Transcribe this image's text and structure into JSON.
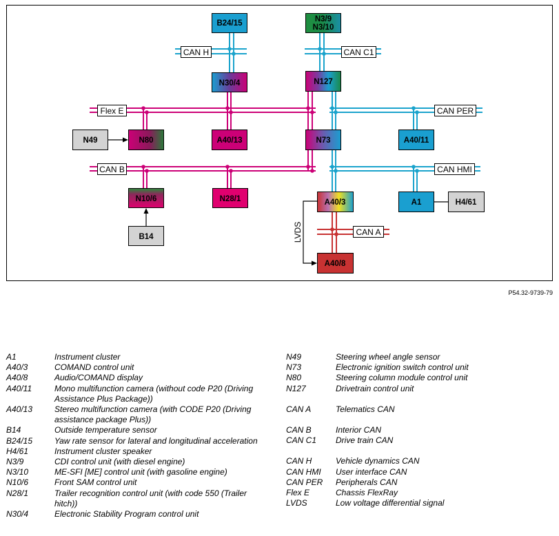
{
  "diagram": {
    "reference_code": "P54.32-9739-79",
    "nodes": {
      "b24_15": "B24/15",
      "n3_9": "N3/9",
      "n3_10": "N3/10",
      "n30_4": "N30/4",
      "n127": "N127",
      "n49": "N49",
      "n80": "N80",
      "a40_13": "A40/13",
      "n73": "N73",
      "a40_11": "A40/11",
      "n10_6": "N10/6",
      "n28_1": "N28/1",
      "a40_3": "A40/3",
      "a1": "A1",
      "h4_61": "H4/61",
      "b14": "B14",
      "a40_8": "A40/8"
    },
    "buses": {
      "can_h": "CAN H",
      "can_c1": "CAN C1",
      "flex_e": "Flex E",
      "can_per": "CAN PER",
      "can_b": "CAN B",
      "can_hmi": "CAN HMI",
      "can_a": "CAN A",
      "lvds": "LVDS"
    },
    "colors": {
      "pink": "#cc0077",
      "cyan": "#1aa3cc",
      "red": "#c83232",
      "box_cyan": "#1a9fd0",
      "box_pink": "#d4006f",
      "box_grey": "#d3d3d3",
      "box_green": "#1a8a4a",
      "box_purple": "#7a2c8e"
    }
  },
  "legend": {
    "left": [
      {
        "code": "A1",
        "desc": "Instrument cluster"
      },
      {
        "code": "A40/3",
        "desc": "COMAND control unit"
      },
      {
        "code": "A40/8",
        "desc": "Audio/COMAND display"
      },
      {
        "code": "A40/11",
        "desc": "Mono multifunction camera (without code P20 (Driving Assistance Plus Package))"
      },
      {
        "code": "A40/13",
        "desc": "Stereo multifunction camera (with CODE P20 (Driving assistance package Plus))"
      },
      {
        "code": "B14",
        "desc": "Outside temperature sensor"
      },
      {
        "code": "B24/15",
        "desc": "Yaw rate sensor for lateral and longitudinal acceleration"
      },
      {
        "code": "H4/61",
        "desc": "Instrument cluster speaker"
      },
      {
        "code": "N3/9",
        "desc": "CDI control unit (with diesel engine)"
      },
      {
        "code": "N3/10",
        "desc": "ME-SFI [ME] control unit (with gasoline engine)"
      },
      {
        "code": "N10/6",
        "desc": "Front SAM control unit"
      },
      {
        "code": "N28/1",
        "desc": "Trailer recognition control unit (with code 550 (Trailer hitch))"
      },
      {
        "code": "N30/4",
        "desc": "Electronic Stability Program control unit"
      }
    ],
    "right": [
      {
        "code": "N49",
        "desc": "Steering wheel angle sensor"
      },
      {
        "code": "N73",
        "desc": "Electronic ignition switch control unit"
      },
      {
        "code": "N80",
        "desc": "Steering column module control unit"
      },
      {
        "code": "N127",
        "desc": "Drivetrain control unit"
      },
      {
        "code": "CAN A",
        "desc": "Telematics CAN"
      },
      {
        "code": "CAN B",
        "desc": "Interior CAN"
      },
      {
        "code": "CAN C1",
        "desc": "Drive train CAN"
      },
      {
        "code": "CAN H",
        "desc": "Vehicle dynamics CAN"
      },
      {
        "code": "CAN HMI",
        "desc": "User interface CAN"
      },
      {
        "code": "CAN PER",
        "desc": "Peripherals CAN"
      },
      {
        "code": "Flex E",
        "desc": "Chassis FlexRay"
      },
      {
        "code": "LVDS",
        "desc": "Low voltage differential signal"
      }
    ]
  }
}
